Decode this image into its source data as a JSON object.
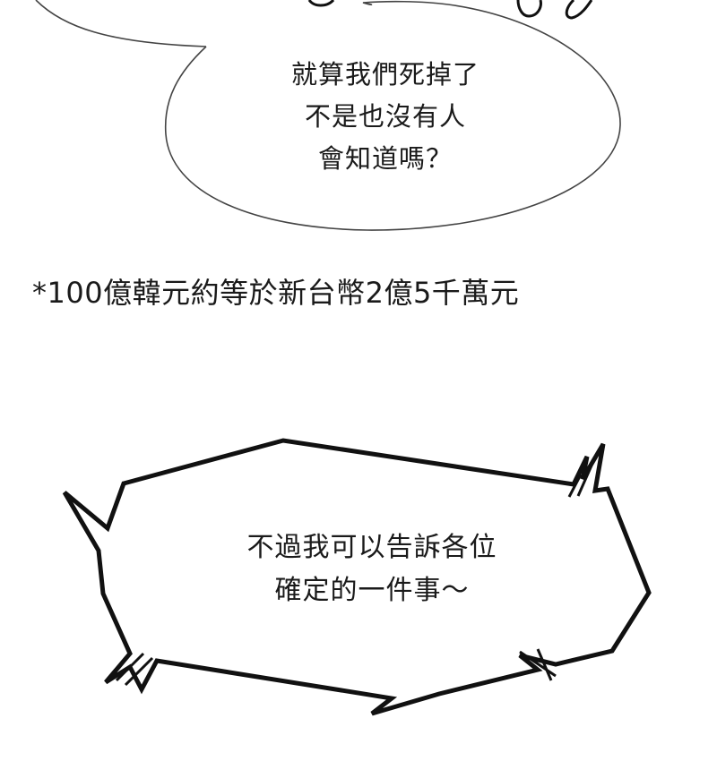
{
  "panel": {
    "background_color": "#ffffff",
    "ink_color": "#1a1a1a"
  },
  "speech_bubble": {
    "shape": "rounded-oval-with-tail",
    "lines": [
      "就算我們死掉了",
      "不是也沒有人",
      "會知道嗎？"
    ]
  },
  "footnote": {
    "text": "*100億韓元約等於新台幣2億5千萬元"
  },
  "shout_bubble": {
    "shape": "jagged-spiky",
    "lines": [
      "不過我可以告訴各位",
      "確定的一件事～"
    ]
  }
}
